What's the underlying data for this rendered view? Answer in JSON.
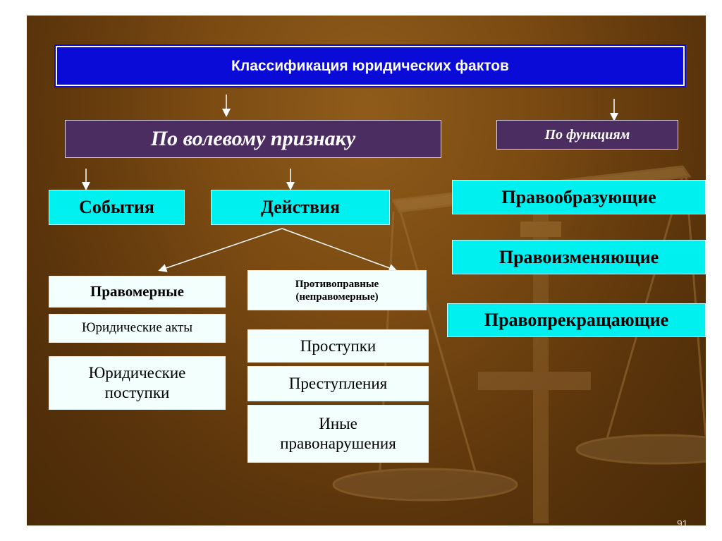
{
  "title": "Классификация юридических фактов",
  "branches": {
    "volitional": "По волевому признаку",
    "functions": "По функциям"
  },
  "categories": {
    "events": "События",
    "actions": "Действия"
  },
  "actions_subtypes": {
    "lawful": "Правомерные",
    "unlawful": "Противоправные (неправомерные)"
  },
  "lawful_items": [
    "Юридические акты",
    "Юридические поступки"
  ],
  "unlawful_items": [
    "Проступки",
    "Преступления",
    "Иные правонарушения"
  ],
  "function_items": [
    "Правообразующие",
    "Правоизменяющие",
    "Правопрекращающие"
  ],
  "page_number": "91",
  "colors": {
    "title_bg": "#0b0bd8",
    "branch_bg": "#4b2d62",
    "category_bg": "#00f0f0",
    "item_bg": "#f2fffd",
    "background": "#7a4a12"
  }
}
